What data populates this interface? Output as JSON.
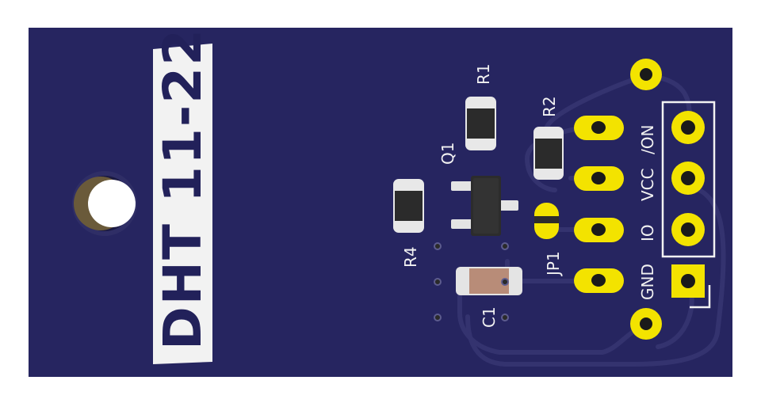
{
  "board": {
    "title": "DHT 11-22",
    "colors": {
      "soldermask": "#262560",
      "trace": "#34336f",
      "gold": "#f3e300",
      "silkscreen": "#f2f2f2",
      "resistor_body": "#2b2b2b",
      "capacitor_body": "#b88c78"
    }
  },
  "components": {
    "r1": "R1",
    "r2": "R2",
    "r4": "R4",
    "q1": "Q1",
    "c1": "C1",
    "jp1": "JP1"
  },
  "pins": {
    "on": "/ON",
    "vcc": "VCC",
    "io": "IO",
    "gnd": "GND"
  }
}
